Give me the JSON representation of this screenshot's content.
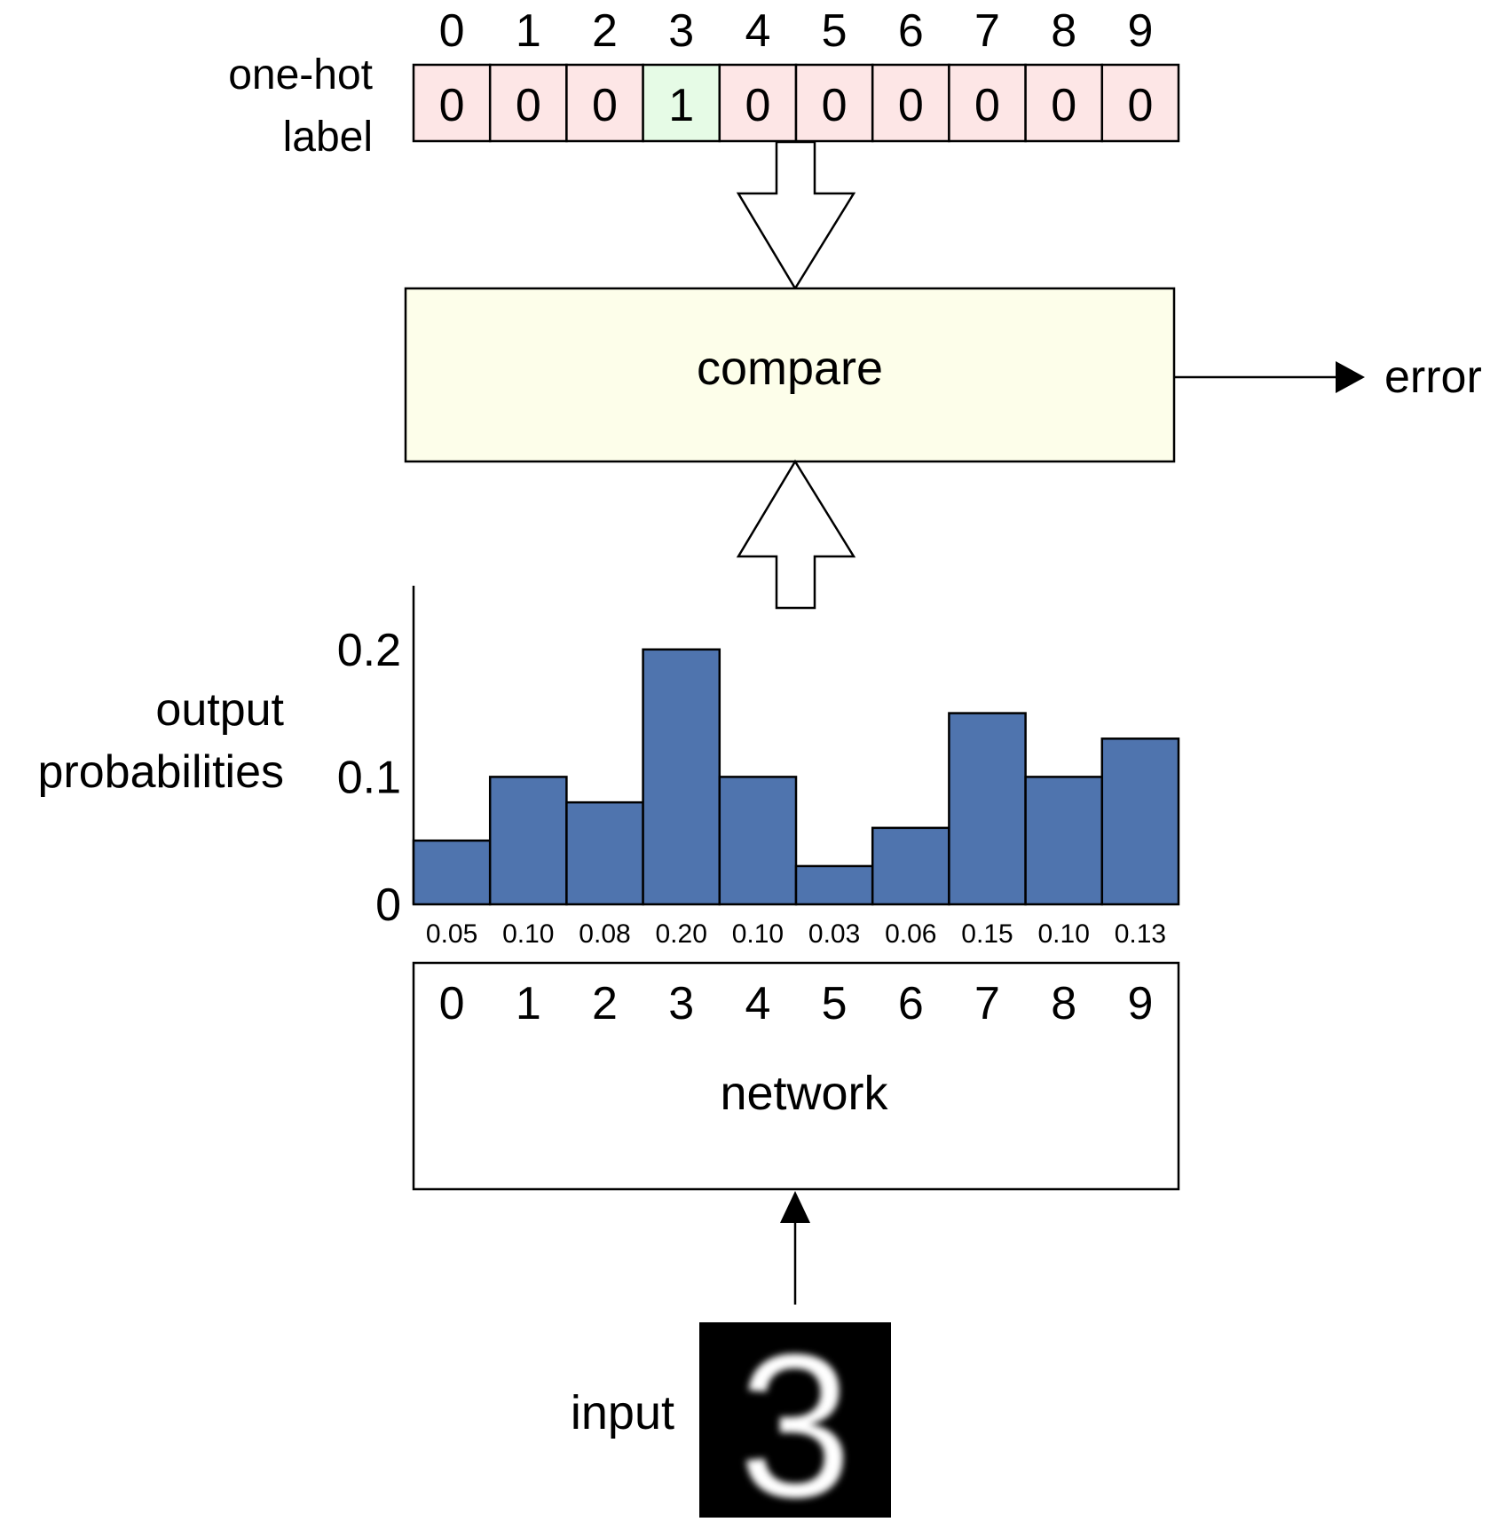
{
  "colors": {
    "cell_zero": "#fde6e6",
    "cell_one": "#e6fbe6",
    "compare_fill": "#fdfeea",
    "bar_fill": "#4f74ae",
    "stroke": "#000000"
  },
  "label_section": {
    "title_line1": "one-hot",
    "title_line2": "label",
    "indices": [
      "0",
      "1",
      "2",
      "3",
      "4",
      "5",
      "6",
      "7",
      "8",
      "9"
    ],
    "values": [
      "0",
      "0",
      "0",
      "1",
      "0",
      "0",
      "0",
      "0",
      "0",
      "0"
    ]
  },
  "compare": {
    "label": "compare",
    "output_label": "error"
  },
  "output_section": {
    "title_line1": "output",
    "title_line2": "probabilities"
  },
  "chart_data": {
    "type": "bar",
    "categories": [
      "0",
      "1",
      "2",
      "3",
      "4",
      "5",
      "6",
      "7",
      "8",
      "9"
    ],
    "values": [
      0.05,
      0.1,
      0.08,
      0.2,
      0.1,
      0.03,
      0.06,
      0.15,
      0.1,
      0.13
    ],
    "value_labels": [
      "0.05",
      "0.10",
      "0.08",
      "0.20",
      "0.10",
      "0.03",
      "0.06",
      "0.15",
      "0.10",
      "0.13"
    ],
    "yticks": [
      "0",
      "0.1",
      "0.2"
    ],
    "ytick_values": [
      0,
      0.1,
      0.2
    ],
    "ylim": [
      0,
      0.25
    ]
  },
  "network": {
    "indices": [
      "0",
      "1",
      "2",
      "3",
      "4",
      "5",
      "6",
      "7",
      "8",
      "9"
    ],
    "label": "network"
  },
  "input": {
    "label": "input",
    "image_digit": "3"
  }
}
